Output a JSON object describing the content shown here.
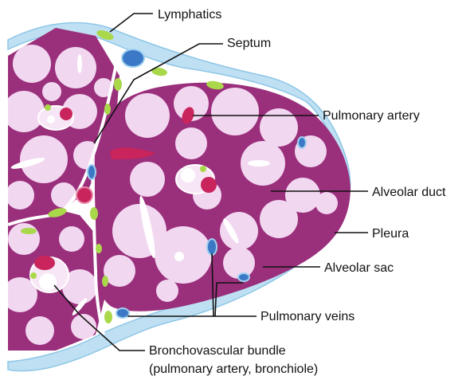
{
  "labels": {
    "lymphatics": "Lymphatics",
    "septum": "Septum",
    "pulmonary_artery": "Pulmonary artery",
    "alveolar_duct": "Alveolar duct",
    "pleura": "Pleura",
    "alveolar_sac": "Alveolar sac",
    "pulmonary_veins": "Pulmonary veins",
    "bronchovascular_bundle_line1": "Bronchovascular bundle",
    "bronchovascular_bundle_line2": "(pulmonary artery, bronchiole)"
  },
  "colors": {
    "pleura": "#bfe0f3",
    "lobule": "#9a2f7c",
    "alveoli": "#f2d7f0",
    "artery": "#c9245c",
    "vein": "#3b78c6",
    "lymphatic": "#a9d84a",
    "background": "#ffffff"
  }
}
